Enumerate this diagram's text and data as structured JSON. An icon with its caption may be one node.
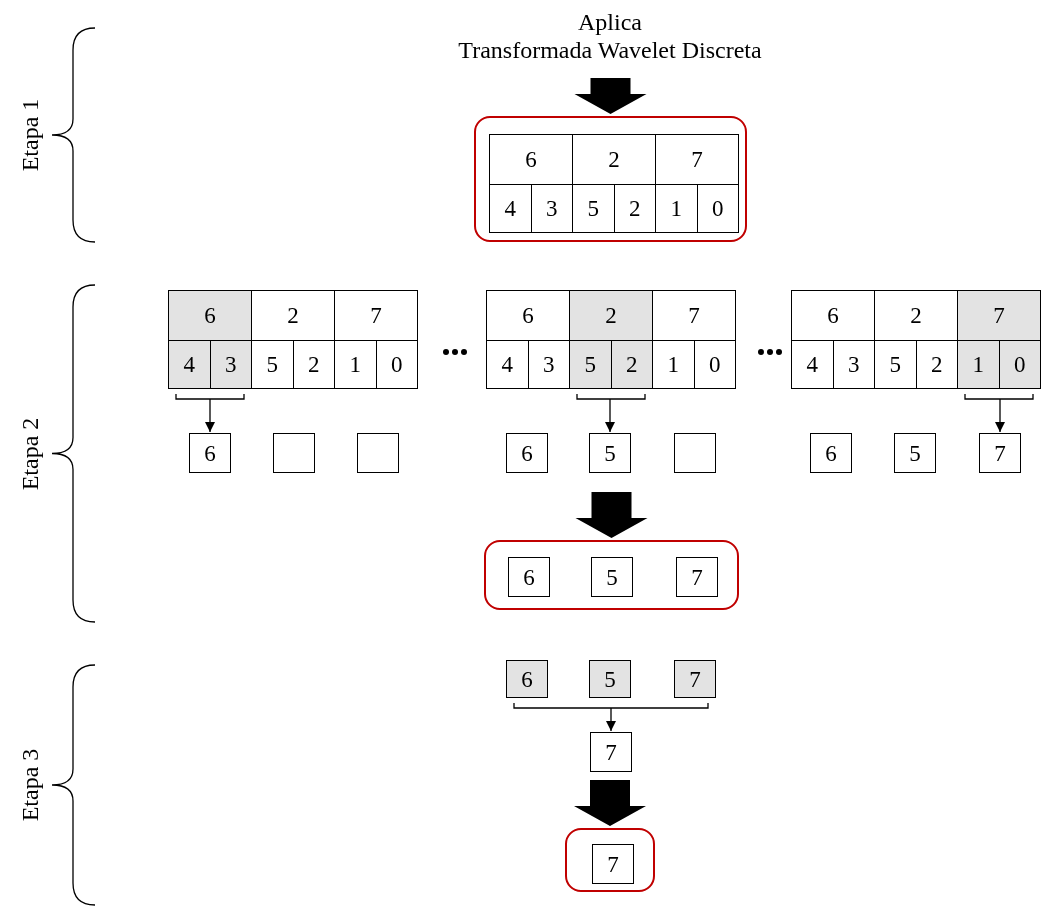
{
  "diagram": {
    "nodes": [
      {
        "text": [
          "Aplica",
          "Transformada Wavelet Discreta"
        ]
      },
      {
        "text": [],
        "shape": "box"
      },
      {
        "text": [
          "6"
        ],
        "in": 1
      },
      {
        "text": [
          "2"
        ],
        "in": 1
      },
      {
        "text": [
          "7"
        ],
        "in": 1
      },
      {
        "text": [
          "4"
        ],
        "in": 1
      },
      {
        "text": [
          "3"
        ],
        "in": 1
      },
      {
        "text": [
          "5"
        ],
        "in": 1
      },
      {
        "text": [
          "2"
        ],
        "in": 1
      },
      {
        "text": [
          "1"
        ],
        "in": 1
      },
      {
        "text": [
          "0"
        ],
        "in": 1
      },
      {
        "text": [
          "6"
        ]
      },
      {
        "text": [
          "2"
        ]
      },
      {
        "text": [
          "7"
        ]
      },
      {
        "text": [
          "4"
        ]
      },
      {
        "text": [
          "3"
        ]
      },
      {
        "text": [
          "5"
        ]
      },
      {
        "text": [
          "2"
        ]
      },
      {
        "text": [
          "1"
        ]
      },
      {
        "text": [
          "0"
        ]
      },
      {
        "text": [
          "6"
        ]
      },
      {
        "text": [
          "2"
        ]
      },
      {
        "text": [
          "7"
        ]
      },
      {
        "text": [
          "4"
        ]
      },
      {
        "text": [
          "3"
        ]
      },
      {
        "text": [
          "5"
        ]
      },
      {
        "text": [
          "2"
        ]
      },
      {
        "text": [
          "1"
        ]
      },
      {
        "text": [
          "0"
        ]
      },
      {
        "text": [
          "6"
        ]
      },
      {
        "text": [
          "2"
        ]
      },
      {
        "text": [
          "7"
        ]
      },
      {
        "text": [
          "4"
        ]
      },
      {
        "text": [
          "3"
        ]
      },
      {
        "text": [
          "5"
        ]
      },
      {
        "text": [
          "2"
        ]
      },
      {
        "text": [
          "1"
        ]
      },
      {
        "text": [
          "0"
        ]
      },
      {
        "text": [
          "6"
        ]
      },
      {
        "text": [],
        "shape": "box"
      },
      {
        "text": [],
        "shape": "box"
      },
      {
        "text": [
          "6"
        ]
      },
      {
        "text": [
          "5"
        ]
      },
      {
        "text": [],
        "shape": "box"
      },
      {
        "text": [
          "6"
        ]
      },
      {
        "text": [
          "5"
        ]
      },
      {
        "text": [
          "7"
        ]
      },
      {
        "text": [],
        "shape": "box"
      },
      {
        "text": [
          "6"
        ],
        "in": 47
      },
      {
        "text": [
          "5"
        ],
        "in": 47
      },
      {
        "text": [
          "7"
        ],
        "in": 47
      },
      {
        "text": [
          "6"
        ]
      },
      {
        "text": [
          "5"
        ]
      },
      {
        "text": [
          "7"
        ]
      },
      {
        "text": [
          "7"
        ]
      },
      {
        "text": [],
        "shape": "box"
      },
      {
        "text": [
          "7"
        ],
        "in": 55
      }
    ],
    "edges": [
      {
        "from": 0,
        "to": 1,
        "arrow": "to",
        "style": "thick"
      },
      {
        "from": 14,
        "to": 38,
        "arrow": "to"
      },
      {
        "from": 15,
        "to": 38,
        "arrow": "to"
      },
      {
        "from": 25,
        "to": 42,
        "arrow": "to"
      },
      {
        "from": 26,
        "to": 42,
        "arrow": "to"
      },
      {
        "from": 36,
        "to": 46,
        "arrow": "to"
      },
      {
        "from": 37,
        "to": 46,
        "arrow": "to"
      },
      {
        "from": null,
        "to": 47,
        "arrow": "to",
        "style": "thick"
      },
      {
        "from": 51,
        "to": 54,
        "arrow": "to"
      },
      {
        "from": 52,
        "to": 54,
        "arrow": "to"
      },
      {
        "from": 53,
        "to": 54,
        "arrow": "to"
      },
      {
        "from": 54,
        "to": 55,
        "arrow": "to",
        "style": "thick"
      }
    ],
    "labels": [
      "Etapa 1",
      "Etapa 2",
      "Etapa 3"
    ]
  }
}
